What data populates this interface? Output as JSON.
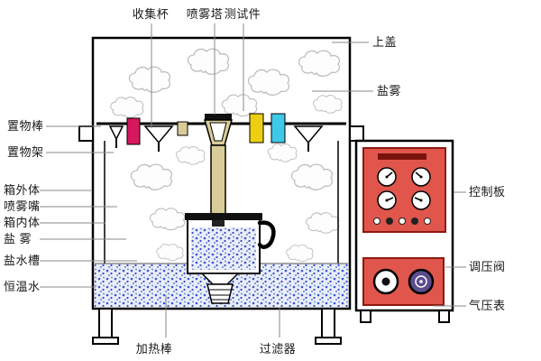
{
  "labels": {
    "collection_cup": "收集杯",
    "spray_tower": "喷雾塔",
    "test_piece": "测试件",
    "top_cover": "上盖",
    "salt_mist_right": "盐雾",
    "control_panel": "控制板",
    "pressure_valve": "调压阀",
    "pressure_gauge": "气压表",
    "rack_rod": "置物棒",
    "rack_shelf": "置物架",
    "outer_body": "箱外体",
    "spray_nozzle": "喷雾嘴",
    "inner_body": "箱内体",
    "salt_mist_left": "盐  雾",
    "salt_water_tank": "盐水槽",
    "constant_temp_water": "恒温水",
    "heating_rod": "加热棒",
    "filter": "过滤器"
  },
  "colors": {
    "test_piece_red": "#d6185e",
    "test_piece_yellow": "#eccf12",
    "test_piece_cyan": "#3fc8e9",
    "tower_tan": "#d9cc98",
    "panel_red": "#e0564c",
    "knob_purple": "#5c4d8e",
    "liquid_blue": "#3a57cf",
    "cloud_gray": "#bdbdbd"
  }
}
